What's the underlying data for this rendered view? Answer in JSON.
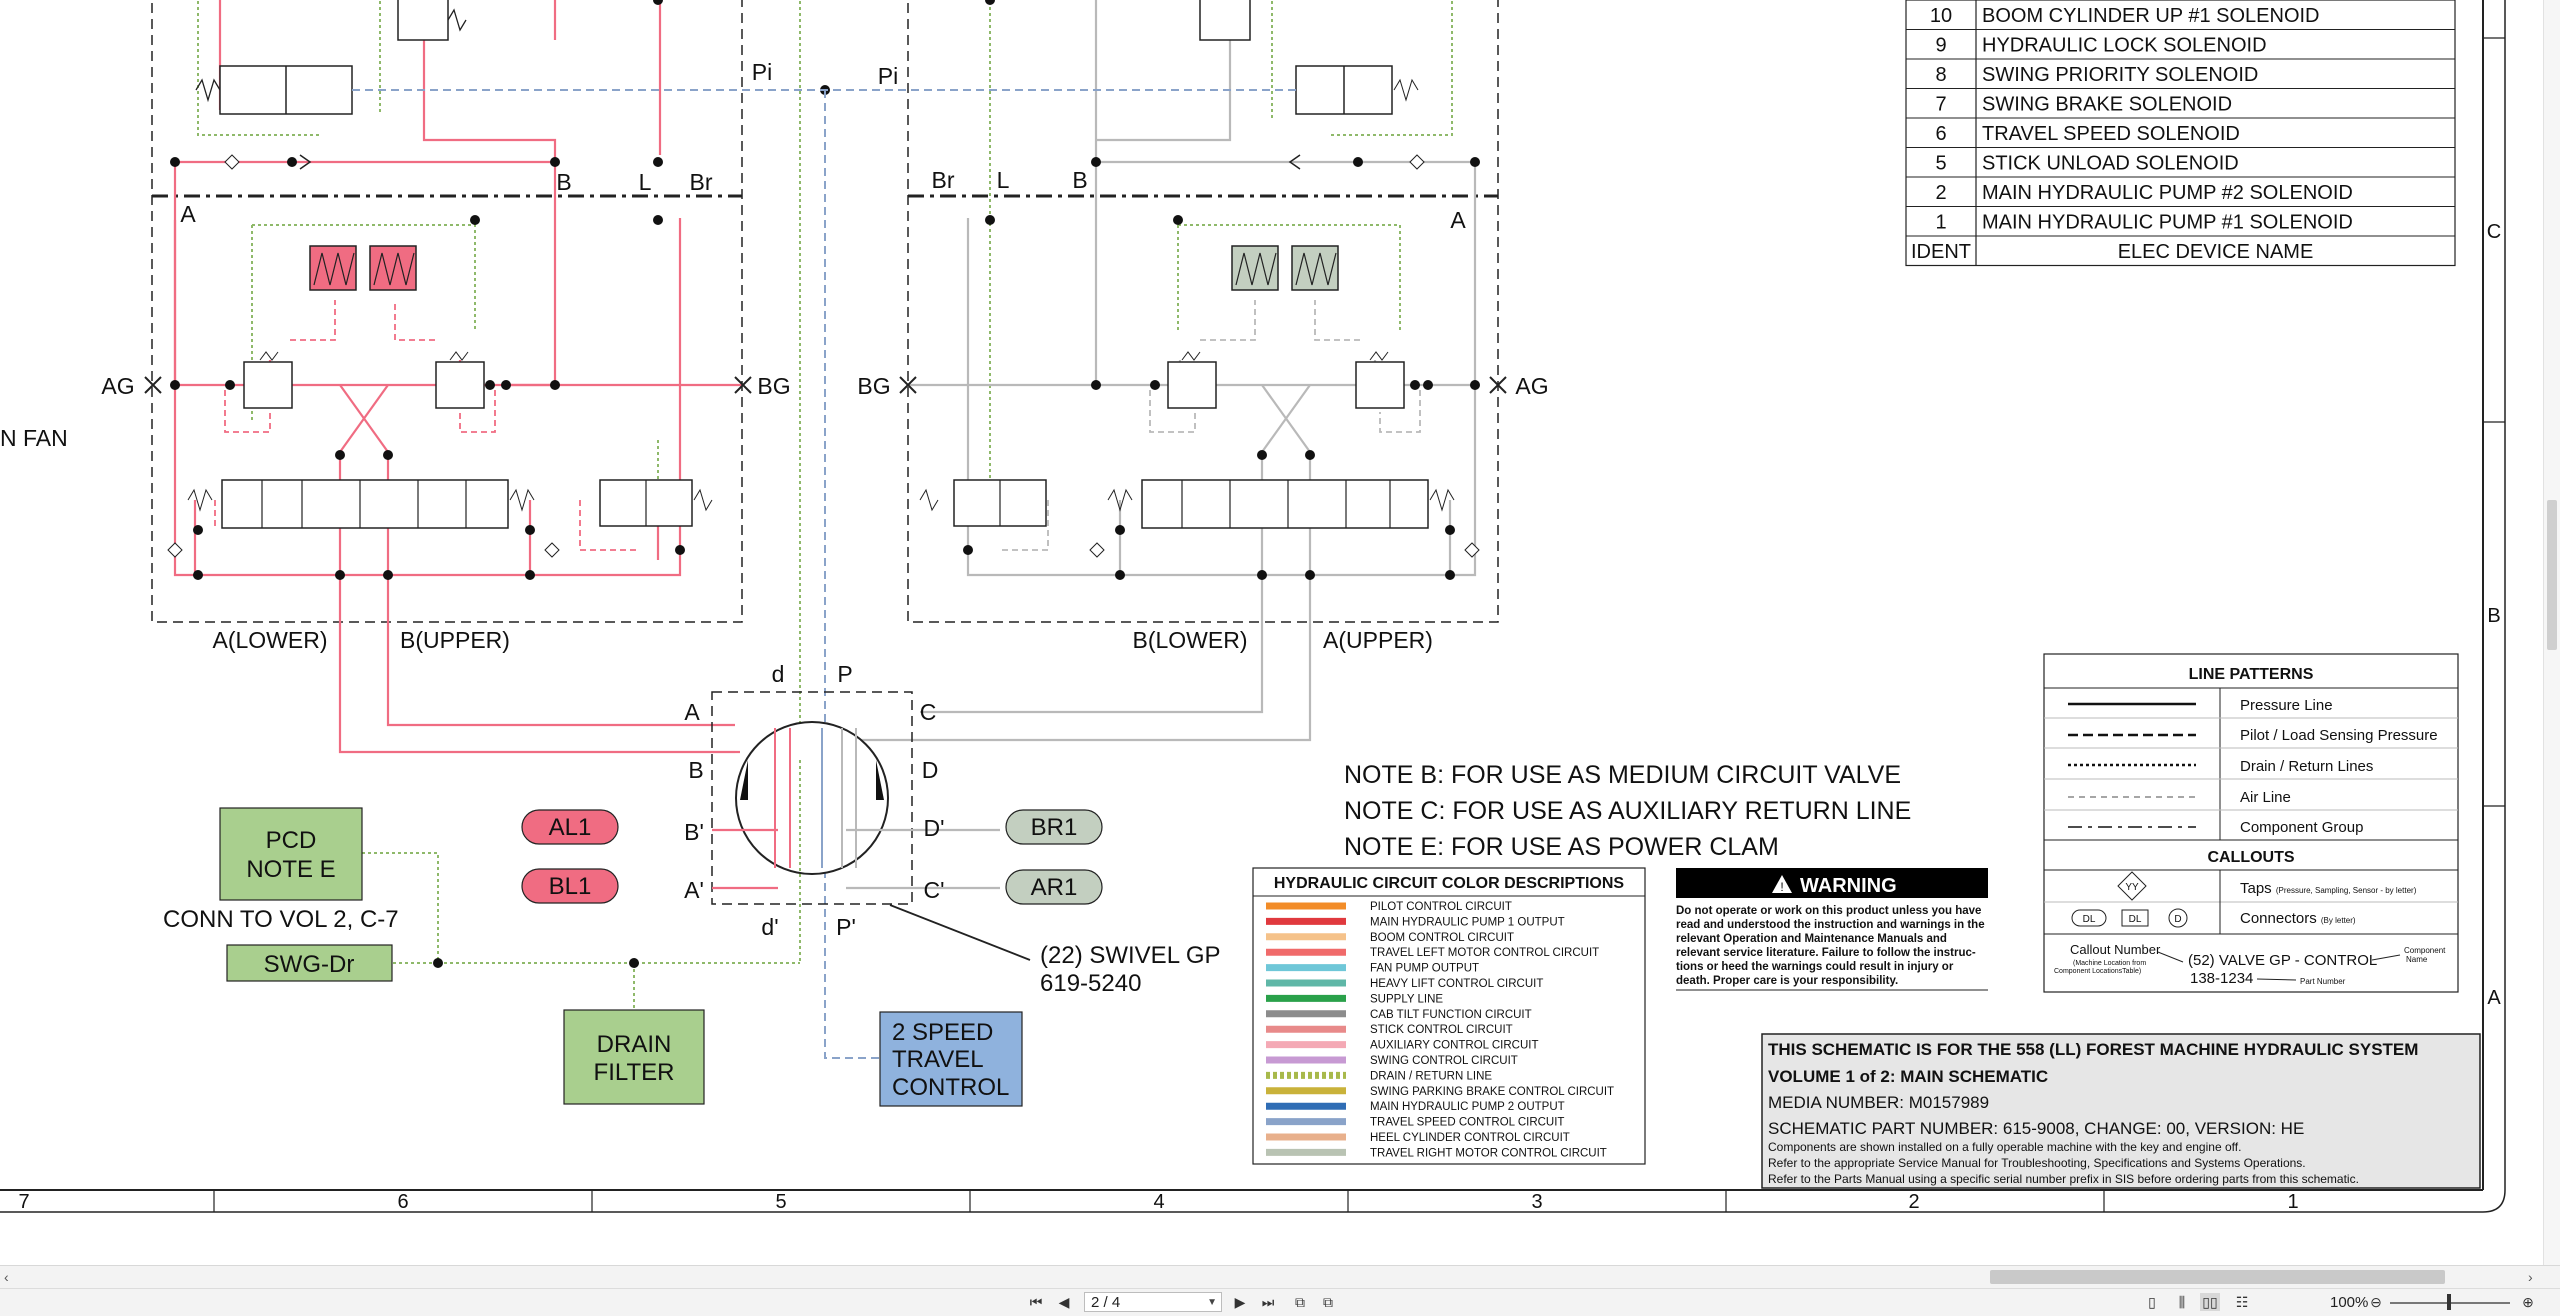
{
  "elec_table": {
    "rows": [
      {
        "id": "10",
        "name": "BOOM CYLINDER UP #1 SOLENOID"
      },
      {
        "id": "9",
        "name": "HYDRAULIC LOCK SOLENOID"
      },
      {
        "id": "8",
        "name": "SWING PRIORITY SOLENOID"
      },
      {
        "id": "7",
        "name": "SWING BRAKE SOLENOID"
      },
      {
        "id": "6",
        "name": "TRAVEL SPEED SOLENOID"
      },
      {
        "id": "5",
        "name": "STICK UNLOAD SOLENOID"
      },
      {
        "id": "2",
        "name": "MAIN HYDRAULIC PUMP #2 SOLENOID"
      },
      {
        "id": "1",
        "name": "MAIN HYDRAULIC PUMP #1 SOLENOID"
      }
    ],
    "header_ident": "IDENT",
    "header_name": "ELEC DEVICE NAME"
  },
  "frame": {
    "columns": [
      "7",
      "6",
      "5",
      "4",
      "3",
      "2",
      "1"
    ],
    "rows": [
      "C",
      "B",
      "A"
    ]
  },
  "labels": {
    "pi_left": "Pi",
    "pi_right": "Pi",
    "b_left": "B",
    "l_left": "L",
    "br_left": "Br",
    "a_left": "A",
    "br_right": "Br",
    "l_right": "L",
    "b_right": "B",
    "a_right": "A",
    "ag_left": "AG",
    "bg_left": "BG",
    "bg_right": "BG",
    "ag_right": "AG",
    "fan": "N FAN",
    "a_lower": "A(LOWER)",
    "b_upper": "B(UPPER)",
    "b_lower": "B(LOWER)",
    "a_upper": "A(UPPER)",
    "sw_d": "d",
    "sw_p": "P",
    "sw_a": "A",
    "sw_c": "C",
    "sw_b": "B",
    "sw_dport": "D",
    "sw_bprime": "B'",
    "sw_dprime": "D'",
    "sw_aprime": "A'",
    "sw_cprime": "C'",
    "sw_dlow": "d'",
    "sw_plow": "P'",
    "swivel_line1": "(22) SWIVEL GP",
    "swivel_line2": "619-5240",
    "conn": "CONN TO VOL 2, C-7"
  },
  "boxes": {
    "pcd_line1": "PCD",
    "pcd_line2": "NOTE E",
    "swg": "SWG-Dr",
    "drain_line1": "DRAIN",
    "drain_line2": "FILTER",
    "travel_line1": "2 SPEED",
    "travel_line2": "TRAVEL",
    "travel_line3": "CONTROL",
    "al1": "AL1",
    "bl1": "BL1",
    "br1": "BR1",
    "ar1": "AR1"
  },
  "notes": [
    "NOTE B: FOR USE AS MEDIUM CIRCUIT VALVE",
    "NOTE C: FOR USE AS AUXILIARY RETURN LINE",
    "NOTE E: FOR USE AS POWER CLAM"
  ],
  "color_legend": {
    "title": "HYDRAULIC CIRCUIT COLOR DESCRIPTIONS",
    "items": [
      {
        "color": "#f28c28",
        "label": "PILOT CONTROL CIRCUIT"
      },
      {
        "color": "#e0393e",
        "label": "MAIN HYDRAULIC PUMP 1 OUTPUT"
      },
      {
        "color": "#f5c28a",
        "label": "BOOM CONTROL CIRCUIT"
      },
      {
        "color": "#f06a6a",
        "label": "TRAVEL LEFT MOTOR CONTROL CIRCUIT"
      },
      {
        "color": "#6fc7d8",
        "label": "FAN PUMP OUTPUT"
      },
      {
        "color": "#5fb7a7",
        "label": "HEAVY LIFT CONTROL CIRCUIT"
      },
      {
        "color": "#2aa14a",
        "label": "SUPPLY LINE"
      },
      {
        "color": "#8c8c8c",
        "label": "CAB TILT FUNCTION CIRCUIT"
      },
      {
        "color": "#e88a8a",
        "label": "STICK CONTROL CIRCUIT"
      },
      {
        "color": "#f4a9b5",
        "label": "AUXILIARY CONTROL CIRCUIT"
      },
      {
        "color": "#c79ad3",
        "label": "SWING CONTROL CIRCUIT"
      },
      {
        "color": "#a8b94b",
        "label": "DRAIN / RETURN LINE"
      },
      {
        "color": "#c9b23a",
        "label": "SWING PARKING BRAKE CONTROL CIRCUIT"
      },
      {
        "color": "#2f6db5",
        "label": "MAIN HYDRAULIC PUMP 2 OUTPUT"
      },
      {
        "color": "#8aa3c9",
        "label": "TRAVEL SPEED CONTROL CIRCUIT"
      },
      {
        "color": "#e8b08c",
        "label": "HEEL CYLINDER CONTROL CIRCUIT"
      },
      {
        "color": "#b9c3b3",
        "label": "TRAVEL RIGHT MOTOR CONTROL CIRCUIT"
      }
    ]
  },
  "warning": {
    "title": "WARNING",
    "lines": [
      "Do not operate or work on this product unless you have",
      "read and understood the instruction and warnings in the",
      "relevant Operation and Maintenance Manuals and",
      "relevant service literature. Failure to follow the instruc-",
      "tions or heed the warnings could result in injury or",
      "death. Proper care is your responsibility."
    ]
  },
  "line_patterns": {
    "title": "LINE PATTERNS",
    "items": [
      "Pressure Line",
      "Pilot / Load Sensing Pressure",
      "Drain / Return Lines",
      "Air Line",
      "Component Group"
    ],
    "callouts_title": "CALLOUTS",
    "taps_label": "Taps",
    "taps_small": "(Pressure, Sampling, Sensor - by letter)",
    "tap_symbol": "YY",
    "connectors_label": "Connectors",
    "connectors_small": "(By letter)",
    "conn_symbol1": "DL",
    "conn_symbol2": "DL",
    "conn_symbol3": "D",
    "callout_number": "Callout Number",
    "callout_sub1": "(Machine Location from",
    "callout_sub2": "Component LocationsTable)",
    "callout_example": "(52) VALVE GP - CONTROL",
    "component": "Component",
    "name": "Name",
    "part_example": "138-1234",
    "part_number": "Part Number"
  },
  "title_block": {
    "line1": "THIS SCHEMATIC IS FOR THE 558 (LL) FOREST MACHINE HYDRAULIC SYSTEM",
    "line2": "VOLUME 1 of 2: MAIN SCHEMATIC",
    "line3": "MEDIA NUMBER: M0157989",
    "line4": "SCHEMATIC PART NUMBER: 615-9008, CHANGE: 00, VERSION: HE",
    "line5": "Components are shown installed on a fully operable machine with the key and engine off.",
    "line6": "Refer to the appropriate Service Manual for Troubleshooting, Specifications and Systems Operations.",
    "line7": "Refer to the Parts Manual using a specific serial number prefix in SIS before ordering parts from this schematic."
  },
  "toolbar": {
    "page_value": "2 / 4",
    "zoom": "100%"
  }
}
